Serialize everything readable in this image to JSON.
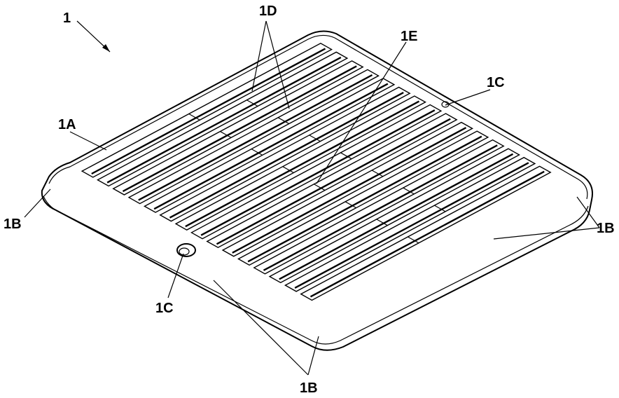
{
  "figure": {
    "labels": {
      "ref_1": "1",
      "ref_1A": "1A",
      "ref_1B_left": "1B",
      "ref_1B_right": "1B",
      "ref_1B_bottom": "1B",
      "ref_1C_right": "1C",
      "ref_1C_bottom": "1C",
      "ref_1D": "1D",
      "ref_1E": "1E"
    },
    "slat_count": 15
  }
}
